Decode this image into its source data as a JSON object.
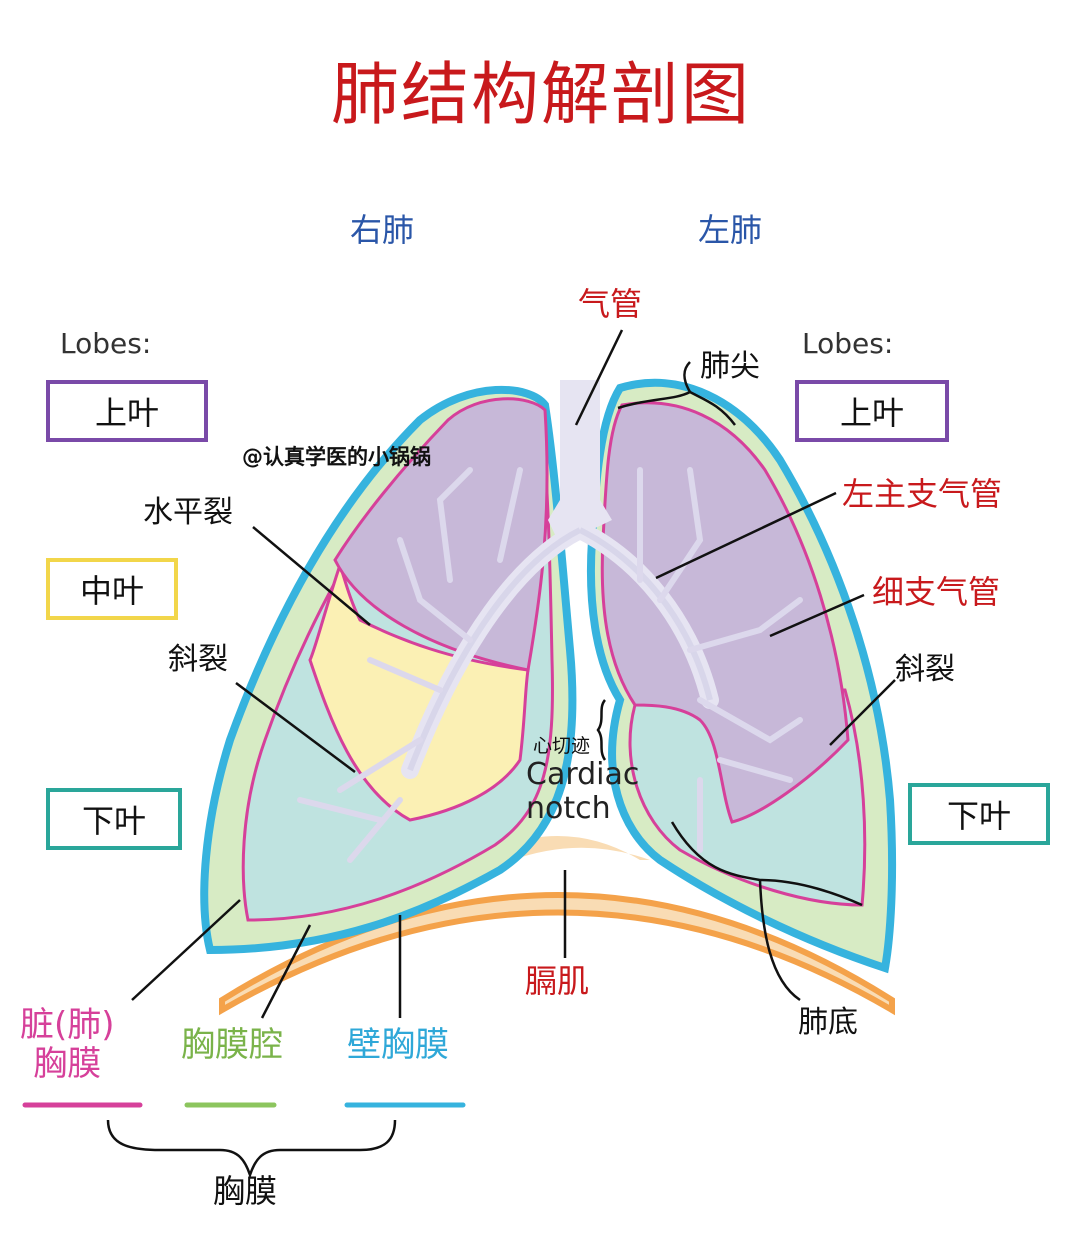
{
  "title": "肺结构解剖图",
  "watermark": "@认真学医的小锅锅",
  "sides": {
    "right_lung": "右肺",
    "left_lung": "左肺"
  },
  "lobes": {
    "header": "Lobes:",
    "right": {
      "upper": "上叶",
      "middle": "中叶",
      "lower": "下叶"
    },
    "left": {
      "upper": "上叶",
      "lower": "下叶"
    }
  },
  "labels": {
    "trachea": "气管",
    "apex": "肺尖",
    "left_main_bronchus": "左主支气管",
    "bronchiole": "细支气管",
    "horizontal_fissure": "水平裂",
    "oblique_fissure_right": "斜裂",
    "oblique_fissure_left": "斜裂",
    "cardiac_notch_cn": "心切迹",
    "cardiac_notch_en_1": "Cardiac",
    "cardiac_notch_en_2": "notch",
    "diaphragm": "膈肌",
    "lung_base": "肺底"
  },
  "pleura": {
    "visceral_1": "脏(肺)",
    "visceral_2": "胸膜",
    "cavity": "胸膜腔",
    "parietal": "壁胸膜",
    "group": "胸膜"
  },
  "colors": {
    "title_red": "#c8191c",
    "side_blue": "#2a56a8",
    "upper_lobe_purple": "#c7b8d8",
    "middle_lobe_yellow": "#fbf0b4",
    "lower_lobe_teal": "#bfe3e0",
    "pleural_cavity_green": "#d7ebc4",
    "parietal_blue": "#36b3de",
    "visceral_pink": "#d6409a",
    "diaphragm_orange": "#f4a24a",
    "box_purple": "#7a4aa8",
    "box_yellow": "#f2d64a",
    "box_teal": "#2aa69a"
  }
}
